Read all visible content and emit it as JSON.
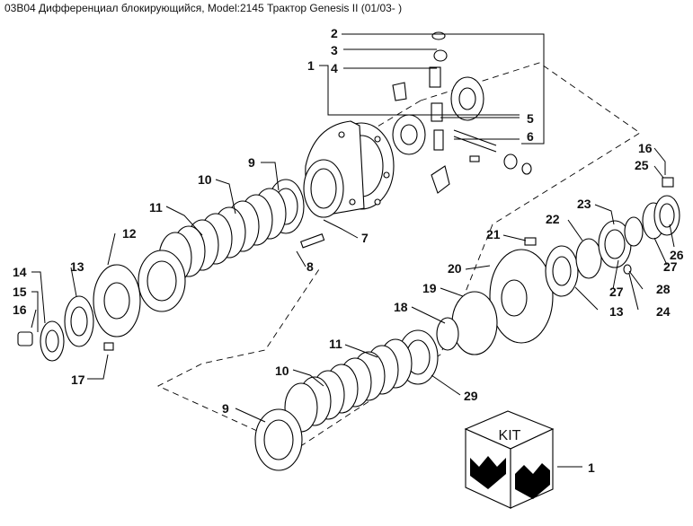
{
  "title": "03B04 Дифференциал блокирующийся, Model:2145 Трактор Genesis II (01/03- )",
  "kit_label": "KIT",
  "callouts": [
    {
      "id": "c1a",
      "text": "1"
    },
    {
      "id": "c2",
      "text": "2"
    },
    {
      "id": "c3",
      "text": "3"
    },
    {
      "id": "c4",
      "text": "4"
    },
    {
      "id": "c5",
      "text": "5"
    },
    {
      "id": "c6",
      "text": "6"
    },
    {
      "id": "c7",
      "text": "7"
    },
    {
      "id": "c8",
      "text": "8"
    },
    {
      "id": "c9a",
      "text": "9"
    },
    {
      "id": "c10a",
      "text": "10"
    },
    {
      "id": "c11a",
      "text": "11"
    },
    {
      "id": "c12",
      "text": "12"
    },
    {
      "id": "c13a",
      "text": "13"
    },
    {
      "id": "c14",
      "text": "14"
    },
    {
      "id": "c15",
      "text": "15"
    },
    {
      "id": "c16a",
      "text": "16"
    },
    {
      "id": "c17",
      "text": "17"
    },
    {
      "id": "c16b",
      "text": "16"
    },
    {
      "id": "c25",
      "text": "25"
    },
    {
      "id": "c23",
      "text": "23"
    },
    {
      "id": "c22",
      "text": "22"
    },
    {
      "id": "c26",
      "text": "26"
    },
    {
      "id": "c27a",
      "text": "27"
    },
    {
      "id": "c21",
      "text": "21"
    },
    {
      "id": "c20",
      "text": "20"
    },
    {
      "id": "c27b",
      "text": "27"
    },
    {
      "id": "c28",
      "text": "28"
    },
    {
      "id": "c19",
      "text": "19"
    },
    {
      "id": "c13b",
      "text": "13"
    },
    {
      "id": "c24",
      "text": "24"
    },
    {
      "id": "c18",
      "text": "18"
    },
    {
      "id": "c11b",
      "text": "11"
    },
    {
      "id": "c10b",
      "text": "10"
    },
    {
      "id": "c29",
      "text": "29"
    },
    {
      "id": "c9b",
      "text": "9"
    },
    {
      "id": "c1b",
      "text": "1"
    }
  ]
}
